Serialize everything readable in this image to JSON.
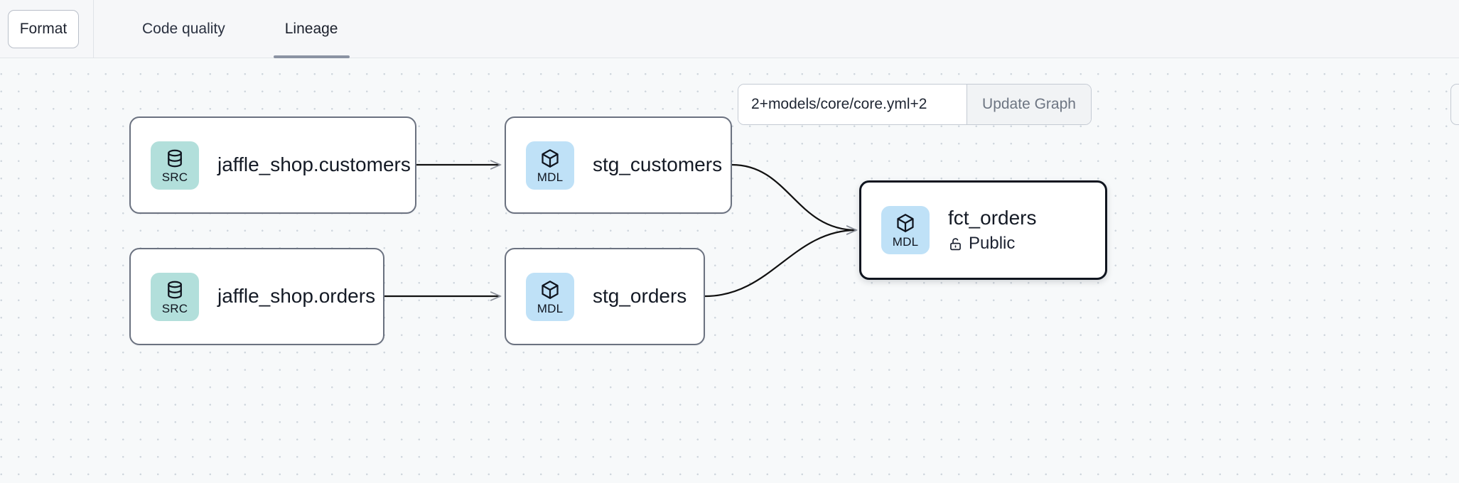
{
  "toolbar": {
    "format_label": "Format",
    "tabs": [
      {
        "label": "Code quality",
        "active": false
      },
      {
        "label": "Lineage",
        "active": true
      }
    ]
  },
  "graph_controls": {
    "selector_value": "2+models/core/core.yml+2",
    "selector_placeholder": "",
    "update_label": "Update Graph"
  },
  "graph": {
    "nodes": [
      {
        "id": "src_customers",
        "title": "jaffle_shop.customers",
        "badge_label": "SRC",
        "badge_type": "source",
        "badge_icon": "database-icon",
        "badge_color": "#b2dfdb",
        "selected": false,
        "subtitle": "",
        "subtitle_icon": ""
      },
      {
        "id": "stg_customers",
        "title": "stg_customers",
        "badge_label": "MDL",
        "badge_type": "model",
        "badge_icon": "cube-icon",
        "badge_color": "#bfe1f7",
        "selected": false,
        "subtitle": "",
        "subtitle_icon": ""
      },
      {
        "id": "src_orders",
        "title": "jaffle_shop.orders",
        "badge_label": "SRC",
        "badge_type": "source",
        "badge_icon": "database-icon",
        "badge_color": "#b2dfdb",
        "selected": false,
        "subtitle": "",
        "subtitle_icon": ""
      },
      {
        "id": "stg_orders",
        "title": "stg_orders",
        "badge_label": "MDL",
        "badge_type": "model",
        "badge_icon": "cube-icon",
        "badge_color": "#bfe1f7",
        "selected": false,
        "subtitle": "",
        "subtitle_icon": ""
      },
      {
        "id": "fct_orders",
        "title": "fct_orders",
        "badge_label": "MDL",
        "badge_type": "model",
        "badge_icon": "cube-icon",
        "badge_color": "#bfe1f7",
        "selected": true,
        "subtitle": "Public",
        "subtitle_icon": "unlock-icon"
      }
    ],
    "edges": [
      {
        "from": "src_customers",
        "to": "stg_customers",
        "style": "straight"
      },
      {
        "from": "src_orders",
        "to": "stg_orders",
        "style": "straight"
      },
      {
        "from": "stg_customers",
        "to": "fct_orders",
        "style": "curved"
      },
      {
        "from": "stg_orders",
        "to": "fct_orders",
        "style": "curved"
      }
    ],
    "edge_color": "#111111"
  },
  "colors": {
    "canvas_bg": "#f7f9fa",
    "dot_grid": "#cfd6dd",
    "topbar_bg": "#f6f7f9",
    "node_border": "#6b7280",
    "node_border_selected": "#10151f",
    "tab_underline": "#8b93a3"
  }
}
